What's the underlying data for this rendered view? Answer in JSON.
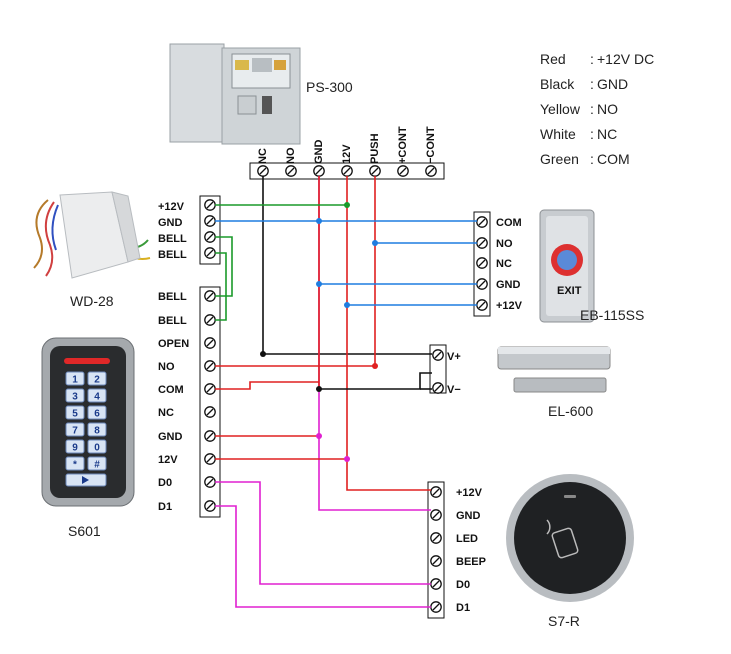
{
  "colors": {
    "red": "#e02020",
    "black": "#111111",
    "yellow_no": "#1f7de0",
    "white_nc": "#1f7de0",
    "green": "#1a9a2a",
    "magenta": "#e020d0"
  },
  "legend": [
    {
      "color": "Red",
      "sep": ":",
      "meaning": "+12V DC"
    },
    {
      "color": "Black",
      "sep": ":",
      "meaning": "GND"
    },
    {
      "color": "Yellow",
      "sep": ":",
      "meaning": "NO"
    },
    {
      "color": "White",
      "sep": ":",
      "meaning": "NC"
    },
    {
      "color": "Green",
      "sep": ":",
      "meaning": "COM"
    }
  ],
  "devices": {
    "power_supply": {
      "name": "PS-300",
      "terminals": [
        "NC",
        "NO",
        "GND",
        "12V",
        "PUSH",
        "+CONT",
        "−CONT"
      ]
    },
    "bell": {
      "name": "WD-28"
    },
    "keypad": {
      "name": "S601",
      "terminals_top": [
        "+12V",
        "GND",
        "BELL",
        "BELL"
      ],
      "terminals_main": [
        "BELL",
        "BELL",
        "OPEN",
        "NO",
        "COM",
        "NC",
        "GND",
        "12V",
        "D0",
        "D1"
      ],
      "keys": [
        "1",
        "2",
        "3",
        "4",
        "5",
        "6",
        "7",
        "8",
        "9",
        "0",
        "*",
        "#"
      ]
    },
    "exit_button": {
      "name": "EB-115SS",
      "terminals": [
        "COM",
        "NO",
        "NC",
        "GND",
        "+12V"
      ],
      "face_text": "EXIT"
    },
    "lock": {
      "name": "EL-600",
      "terminals": [
        "V+",
        "V−"
      ]
    },
    "reader": {
      "name": "S7-R",
      "terminals": [
        "+12V",
        "GND",
        "LED",
        "BEEP",
        "D0",
        "D1"
      ]
    }
  }
}
